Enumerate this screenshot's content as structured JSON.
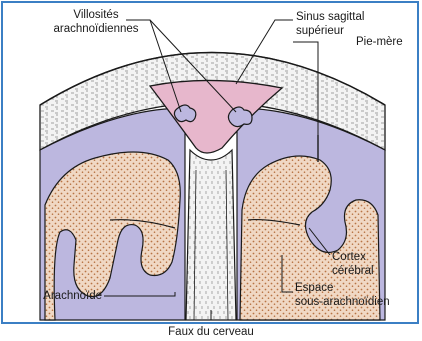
{
  "labels": {
    "villosites": [
      "Villosités",
      "arachnoïdiennes"
    ],
    "sinus": [
      "Sinus sagittal",
      "supérieur"
    ],
    "pie_mere": "Pie-mère",
    "cortex": [
      "Cortex",
      "cérébral"
    ],
    "arachnoide": "Arachnoïde",
    "espace": [
      "Espace",
      "sous-arachnoïdien"
    ],
    "faux": "Faux du cerveau"
  },
  "colors": {
    "frame": "#3b7fc4",
    "skull": "#e6e6e6",
    "sinus": "#e7b7cc",
    "arachnoid": "#bcb7df",
    "cortex": "#f0d8c4",
    "cortex_dots": "#b87444",
    "lines": "#1a1a1a"
  }
}
